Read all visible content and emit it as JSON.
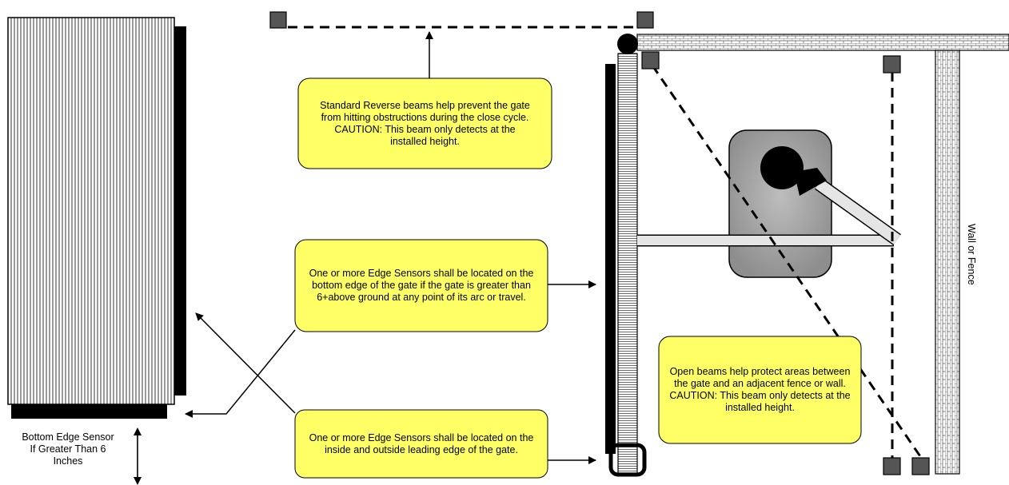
{
  "callouts": {
    "standard_reverse": "Standard Reverse beams help prevent the gate from hitting obstructions during the close cycle.  CAUTION: This beam only detects at the installed height.",
    "bottom_edge_sensors": "One or more Edge Sensors shall be located on the bottom edge of the gate if the gate is greater than 6+above ground at any point of its arc or travel.",
    "leading_edge_sensors": "One or more Edge Sensors shall be located on the inside and outside leading edge of the gate.",
    "open_beams": "Open beams help protect areas between the gate and an adjacent fence or wall. CAUTION: This beam only detects at the installed height."
  },
  "labels": {
    "bottom_edge": "Bottom Edge Sensor If Greater Than 6 Inches",
    "wall_or_fence": "Wall or Fence"
  },
  "colors": {
    "callout_fill": "#ffff66",
    "operator_gray": "#a8a8a8",
    "sensor_fill": "#555555"
  }
}
